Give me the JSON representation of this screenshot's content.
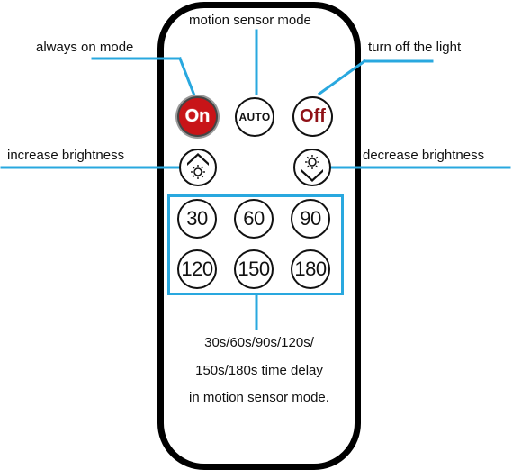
{
  "callouts": {
    "motion_sensor_mode": "motion sensor mode",
    "always_on_mode": "always on mode",
    "turn_off_light": "turn off the light",
    "increase_brightness": "increase brightness",
    "decrease_brightness": "decrease brightness"
  },
  "buttons": {
    "on": "On",
    "auto": "AUTO",
    "off": "Off",
    "increase_brightness_icon": "brightness-up-icon",
    "decrease_brightness_icon": "brightness-down-icon"
  },
  "time_buttons": [
    "30",
    "60",
    "90",
    "120",
    "150",
    "180"
  ],
  "time_description": [
    "30s/60s/90s/120s/",
    "150s/180s time delay",
    "in motion sensor mode."
  ],
  "colors": {
    "leader": "#29a8df",
    "on_button": "#c81418",
    "off_text": "#8f1016",
    "remote_outline": "#000000"
  }
}
